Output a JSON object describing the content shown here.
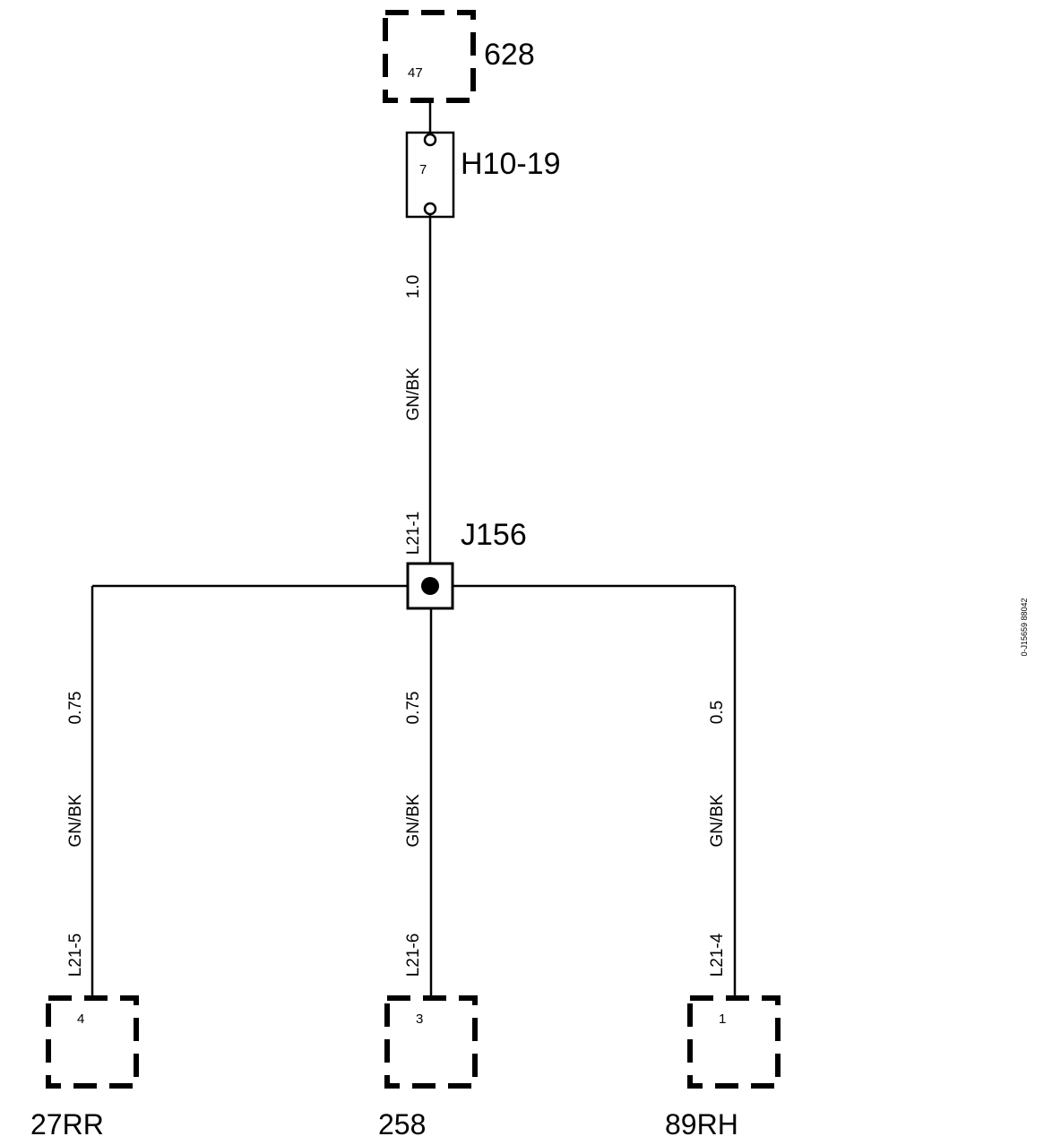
{
  "top_component": {
    "id": "628",
    "pin": "47"
  },
  "inline_connector": {
    "id": "H10-19",
    "pin": "7"
  },
  "top_wire": {
    "size": "1.0",
    "color": "GN/BK"
  },
  "splice": {
    "id": "J156",
    "pin_ref": "L21-1"
  },
  "branches": [
    {
      "size": "0.75",
      "color": "GN/BK",
      "pin_ref": "L21-5",
      "pin": "4",
      "component": "27RR"
    },
    {
      "size": "0.75",
      "color": "GN/BK",
      "pin_ref": "L21-6",
      "pin": "3",
      "component": "258"
    },
    {
      "size": "0.5",
      "color": "GN/BK",
      "pin_ref": "L21-4",
      "pin": "1",
      "component": "89RH"
    }
  ],
  "figure_code": "0-J15659 88042"
}
